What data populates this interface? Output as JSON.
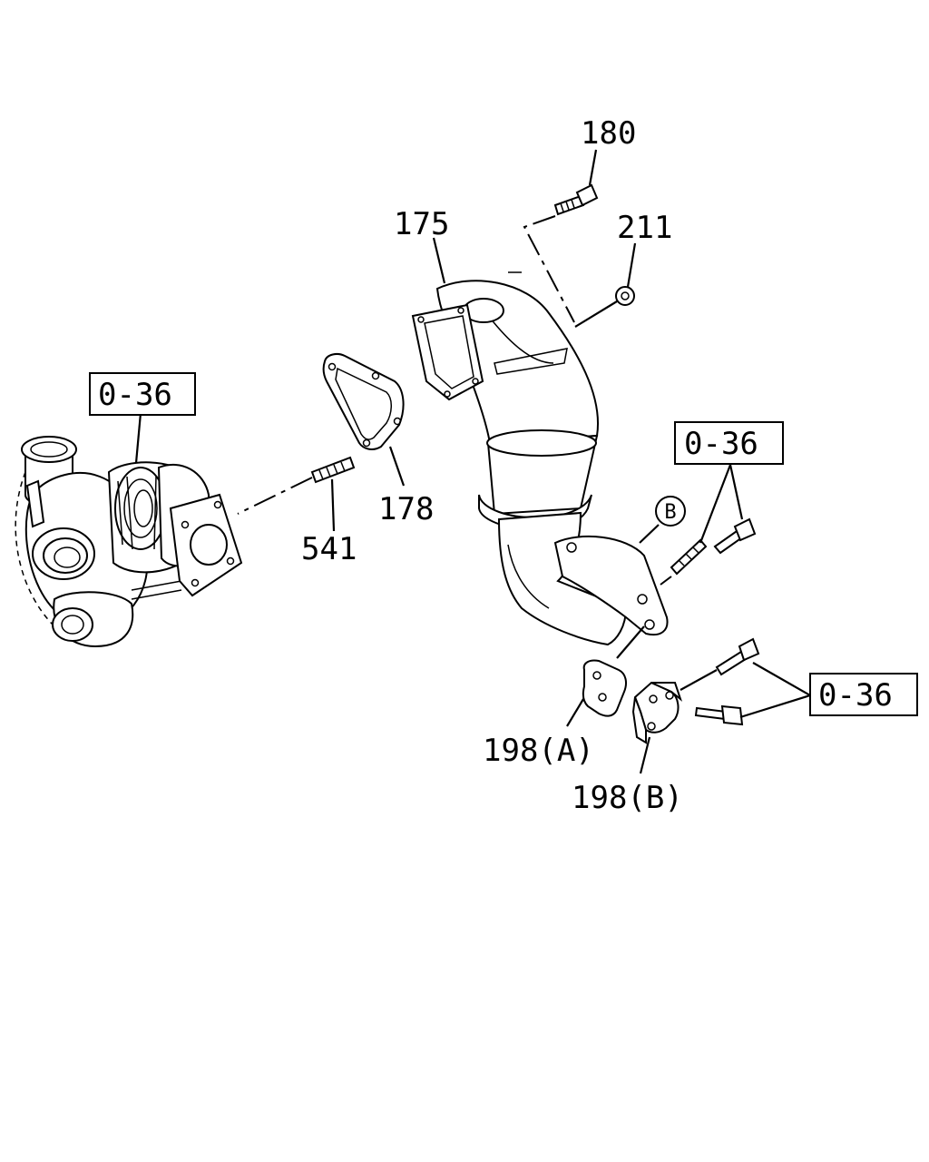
{
  "callouts": {
    "p180": "180",
    "p175": "175",
    "p211": "211",
    "p178": "178",
    "p541": "541",
    "p198a": "198(A)",
    "p198b": "198(B)"
  },
  "references": {
    "ref_left": "0-36",
    "ref_right_upper": "0-36",
    "ref_right_lower": "0-36"
  },
  "circle_markers": {
    "b": "B"
  }
}
